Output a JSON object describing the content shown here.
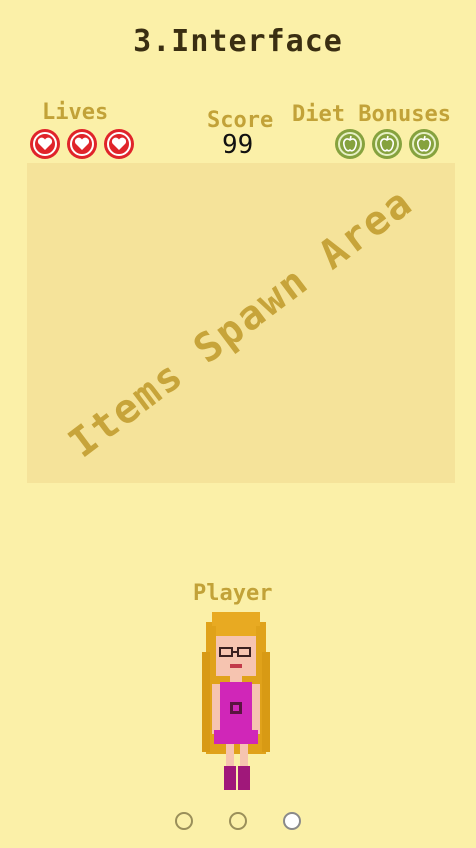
{
  "title": "3.Interface",
  "hud": {
    "lives_label": "Lives",
    "score_label": "Score",
    "score_value": "99",
    "diet_label": "Diet Bonuses",
    "lives_count": 3,
    "diet_bonus_count": 3
  },
  "spawn_area": {
    "label": "Items Spawn Area"
  },
  "player": {
    "label": "Player"
  },
  "pager": {
    "pages": 3,
    "active_index": 2
  },
  "colors": {
    "background": "#fbf0a8",
    "spawn_area": "#f5e39a",
    "label": "#c2a238",
    "heart": "#e0242a",
    "apple": "#86a23e"
  }
}
